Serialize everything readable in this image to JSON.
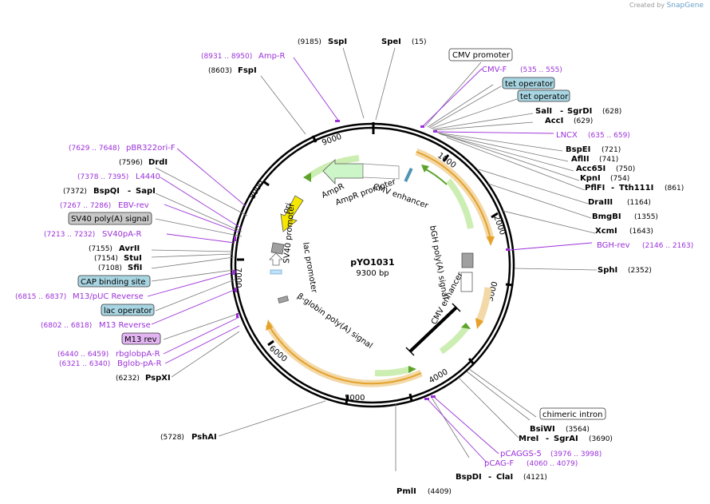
{
  "credit": {
    "prefix": "Created by",
    "brand": "SnapGene"
  },
  "plasmid": {
    "name": "pYO1031",
    "length_label": "9300 bp"
  },
  "ticks": [
    "1000",
    "2000",
    "3000",
    "4000",
    "5000",
    "6000",
    "7000",
    "8000",
    "9000"
  ],
  "sites_right": [
    {
      "name": "SalI",
      "sep": "-",
      "name2": "SgrDI",
      "pos": "(628)"
    },
    {
      "name": "AccI",
      "pos": "(629)"
    },
    {
      "name": "BspEI",
      "pos": "(721)"
    },
    {
      "name": "AflII",
      "pos": "(741)"
    },
    {
      "name": "Acc65I",
      "pos": "(750)"
    },
    {
      "name": "KpnI",
      "pos": "(754)"
    },
    {
      "name": "PflFI",
      "sep": "-",
      "name2": "Tth111I",
      "pos": "(861)"
    },
    {
      "name": "DraIII",
      "pos": "(1164)"
    },
    {
      "name": "BmgBI",
      "pos": "(1355)"
    },
    {
      "name": "XcmI",
      "pos": "(1643)"
    },
    {
      "name": "SphI",
      "pos": "(2352)"
    },
    {
      "name": "BsiWI",
      "pos": "(3564)"
    },
    {
      "name": "MreI",
      "sep": "-",
      "name2": "SgrAI",
      "pos": "(3690)"
    },
    {
      "name": "BspDI",
      "sep": "-",
      "name2": "ClaI",
      "pos": "(4121)"
    },
    {
      "name": "PmlI",
      "pos": "(4409)"
    }
  ],
  "sites_top": [
    {
      "pos": "(9185)",
      "name": "SspI"
    },
    {
      "name": "SpeI",
      "pos": "(15)"
    },
    {
      "pos": "(8603)",
      "name": "FspI"
    }
  ],
  "sites_left": [
    {
      "pos": "(7596)",
      "name": "DrdI"
    },
    {
      "pos": "(7372)",
      "name": "BspQI",
      "sep": "-",
      "name2": "SapI"
    },
    {
      "pos": "(7155)",
      "name": "AvrII"
    },
    {
      "pos": "(7154)",
      "name": "StuI"
    },
    {
      "pos": "(7108)",
      "name": "SfiI"
    },
    {
      "pos": "(6232)",
      "name": "PspXI"
    },
    {
      "pos": "(5728)",
      "name": "PshAI"
    }
  ],
  "primers": [
    {
      "pos": "(8931 .. 8950)",
      "name": "Amp-R"
    },
    {
      "name": "CMV-F",
      "pos": "(535 .. 555)"
    },
    {
      "name": "LNCX",
      "pos": "(635 .. 659)"
    },
    {
      "name": "BGH-rev",
      "pos": "(2146 .. 2163)"
    },
    {
      "pos": "(7629 .. 7648)",
      "name": "pBR322ori-F"
    },
    {
      "pos": "(7378 .. 7395)",
      "name": "L4440"
    },
    {
      "pos": "(7267 .. 7286)",
      "name": "EBV-rev"
    },
    {
      "pos": "(7213 .. 7232)",
      "name": "SV40pA-R"
    },
    {
      "pos": "(6815 .. 6837)",
      "name": "M13/pUC Reverse"
    },
    {
      "pos": "(6802 .. 6818)",
      "name": "M13 Reverse"
    },
    {
      "pos": "(6440 .. 6459)",
      "name": "rbglobpA-R"
    },
    {
      "pos": "(6321 .. 6340)",
      "name": "Bglob-pA-R"
    },
    {
      "name": "pCAGGS-5",
      "pos": "(3976 .. 3998)"
    },
    {
      "name": "pCAG-F",
      "pos": "(4060 .. 4079)"
    }
  ],
  "boxed_features": {
    "cmv_promoter": "CMV promoter",
    "tet_operator_1": "tet operator",
    "tet_operator_2": "tet operator",
    "sv40_polya": "SV40 poly(A) signal",
    "cap_site": "CAP binding site",
    "lac_operator": "lac operator",
    "m13_rev": "M13 rev",
    "chimeric_intron": "chimeric intron"
  },
  "inner_features": {
    "ampr": "AmpR",
    "ampr_promoter": "AmpR promoter",
    "cmv_enhancer_top": "CMV enhancer",
    "ori": "ori",
    "sv40_promoter": "SV40 promoter",
    "lac_promoter": "lac promoter",
    "bglobin": "β-globin poly(A) signal",
    "bgh": "bGH poly(A) signal",
    "cmv_enhancer_right": "CMV enhancer"
  },
  "colors": {
    "primer": "#9b30d9",
    "feature_box_blue": "#a8d5e2",
    "feature_box_gray": "#c8c8c8",
    "feature_box_violet": "#e2b5f2",
    "orange_arc": "#e5a12a",
    "green_arc": "#5da32b",
    "ori_yellow": "#f5e700"
  }
}
